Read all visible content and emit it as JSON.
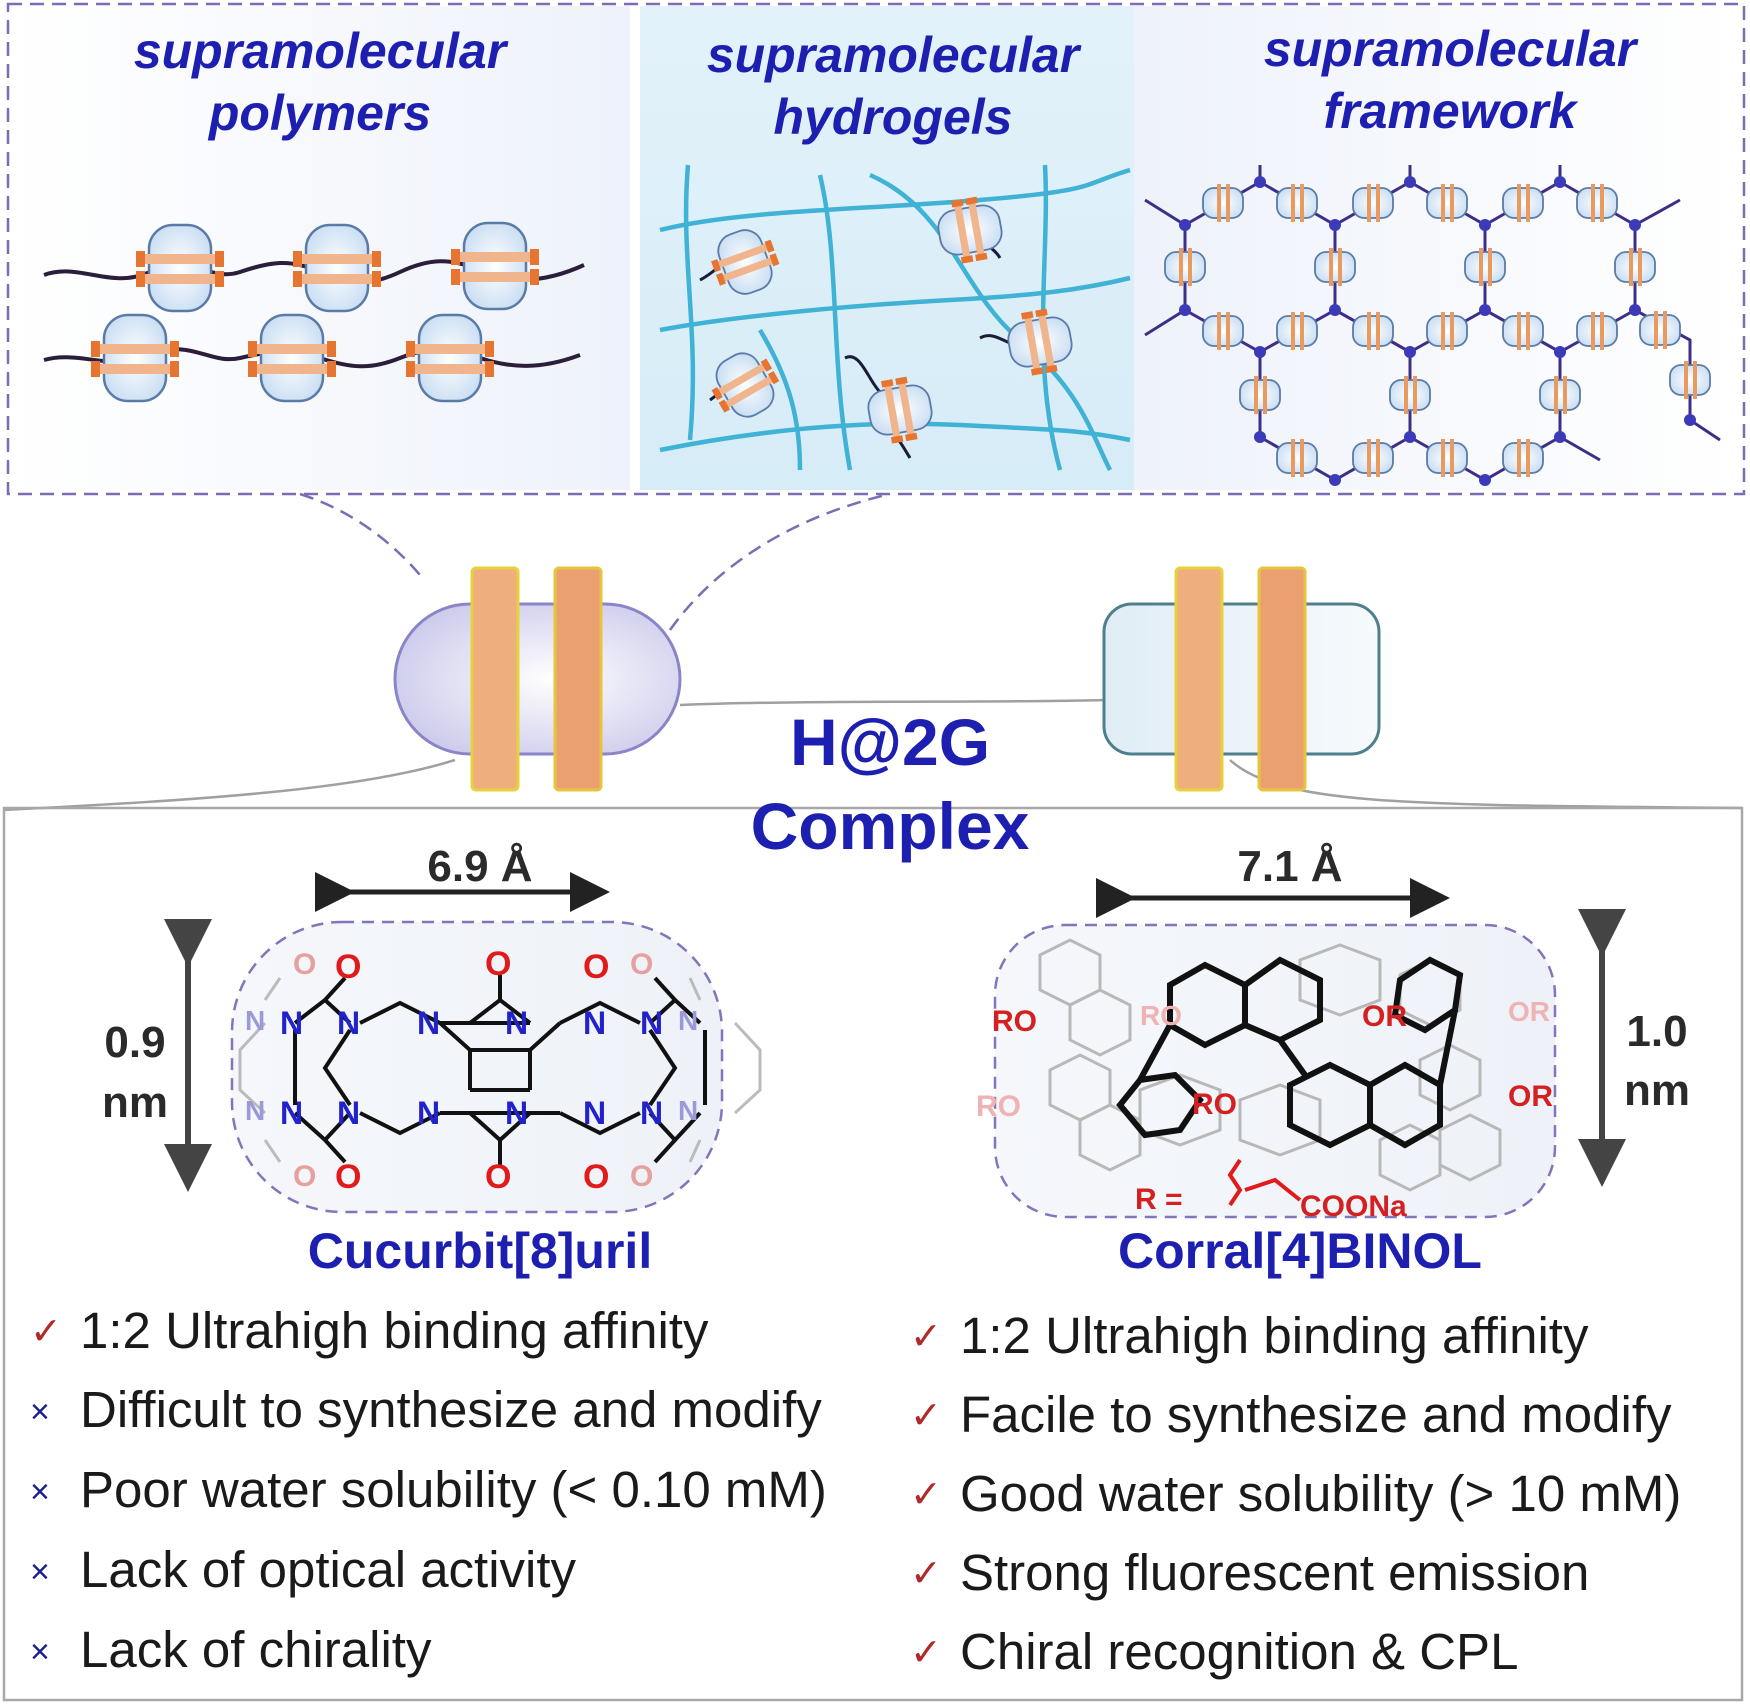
{
  "top_panels": [
    {
      "line1": "supramolecular",
      "line2": "polymers"
    },
    {
      "line1": "supramolecular",
      "line2": "hydrogels"
    },
    {
      "line1": "supramolecular",
      "line2": "framework"
    }
  ],
  "center_title": {
    "line1": "H@2G",
    "line2": "Complex"
  },
  "left_molecule": {
    "name": "Cucurbit[8]uril",
    "width_label": "6.9 Å",
    "height_label_1": "0.9",
    "height_label_2": "nm",
    "atom_o": "O",
    "atom_n": "N"
  },
  "right_molecule": {
    "name": "Corral[4]BINOL",
    "width_label": "7.1 Å",
    "height_label_1": "1.0",
    "height_label_2": "nm",
    "atom_ro": "RO",
    "atom_or": "OR",
    "r_prefix": "R =",
    "r_group": "COONa"
  },
  "left_list": [
    {
      "mark": "✓",
      "kind": "check",
      "text": "1:2 Ultrahigh binding affinity"
    },
    {
      "mark": "×",
      "kind": "cross",
      "text": "Difficult to synthesize and modify"
    },
    {
      "mark": "×",
      "kind": "cross",
      "text": "Poor water solubility (< 0.10 mM)"
    },
    {
      "mark": "×",
      "kind": "cross",
      "text": "Lack of optical activity"
    },
    {
      "mark": "×",
      "kind": "cross",
      "text": "Lack of chirality"
    }
  ],
  "right_list": [
    {
      "mark": "✓",
      "kind": "check",
      "text": "1:2 Ultrahigh binding affinity"
    },
    {
      "mark": "✓",
      "kind": "check",
      "text": "Facile to synthesize and modify"
    },
    {
      "mark": "✓",
      "kind": "check",
      "text": "Good water solubility  (> 10 mM)"
    },
    {
      "mark": "✓",
      "kind": "check",
      "text": "Strong fluorescent emission"
    },
    {
      "mark": "✓",
      "kind": "check",
      "text": "Chiral recognition & CPL"
    }
  ],
  "colors": {
    "title_blue": "#1d1fb0",
    "dash_purple": "#7b6cb5",
    "hydrogel_cyan": "#3fb2d6",
    "capsule_blue": "#c9ddf2",
    "band_orange": "#e99a5f",
    "check_red": "#b02a2a",
    "oxygen_red": "#e01b1b",
    "nitrogen_blue": "#2222cc"
  }
}
